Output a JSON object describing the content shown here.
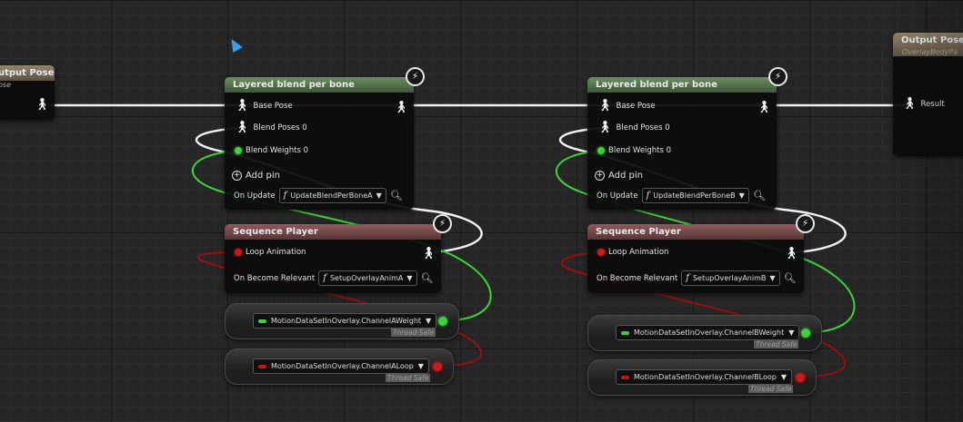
{
  "output_pose_left": {
    "title": "utput Pose",
    "subtitle": "ose"
  },
  "output_pose_right": {
    "title": "Output Pose",
    "subtitle": "OverlayBodyPa",
    "pin": "Result"
  },
  "layered_a": {
    "title": "Layered blend per bone",
    "pins": [
      "Base Pose",
      "Blend Poses 0",
      "Blend Weights 0"
    ],
    "add_pin": "Add pin",
    "on_update_label": "On Update",
    "on_update_func": "UpdateBlendPerBoneA"
  },
  "layered_b": {
    "title": "Layered blend per bone",
    "pins": [
      "Base Pose",
      "Blend Poses 0",
      "Blend Weights 0"
    ],
    "add_pin": "Add pin",
    "on_update_label": "On Update",
    "on_update_func": "UpdateBlendPerBoneB"
  },
  "sequence_a": {
    "title": "Sequence Player",
    "pin": "Loop Animation",
    "relevant_label": "On Become Relevant",
    "relevant_func": "SetupOverlayAnimA"
  },
  "sequence_b": {
    "title": "Sequence Player",
    "pin": "Loop Animation",
    "relevant_label": "On Become Relevant",
    "relevant_func": "SetupOverlayAnimB"
  },
  "var_a_weight": {
    "name": "MotionDataSetInOverlay.ChannelAWeight",
    "tag": "Thread Safe"
  },
  "var_a_loop": {
    "name": "MotionDataSetInOverlay.ChannelALoop",
    "tag": "Thread Safe"
  },
  "var_b_weight": {
    "name": "MotionDataSetInOverlay.ChannelBWeight",
    "tag": "Thread Safe"
  },
  "var_b_loop": {
    "name": "MotionDataSetInOverlay.ChannelBLoop",
    "tag": "Thread Safe"
  },
  "colors": {
    "float_pin": "#3bd23b",
    "bool_pin": "#d01818",
    "pose_wire": "#ffffff"
  },
  "icons": {
    "pose": "person-pose-icon",
    "function": "function-icon",
    "search": "magnifier-icon",
    "fast_path": "lightning-bolt-icon"
  }
}
